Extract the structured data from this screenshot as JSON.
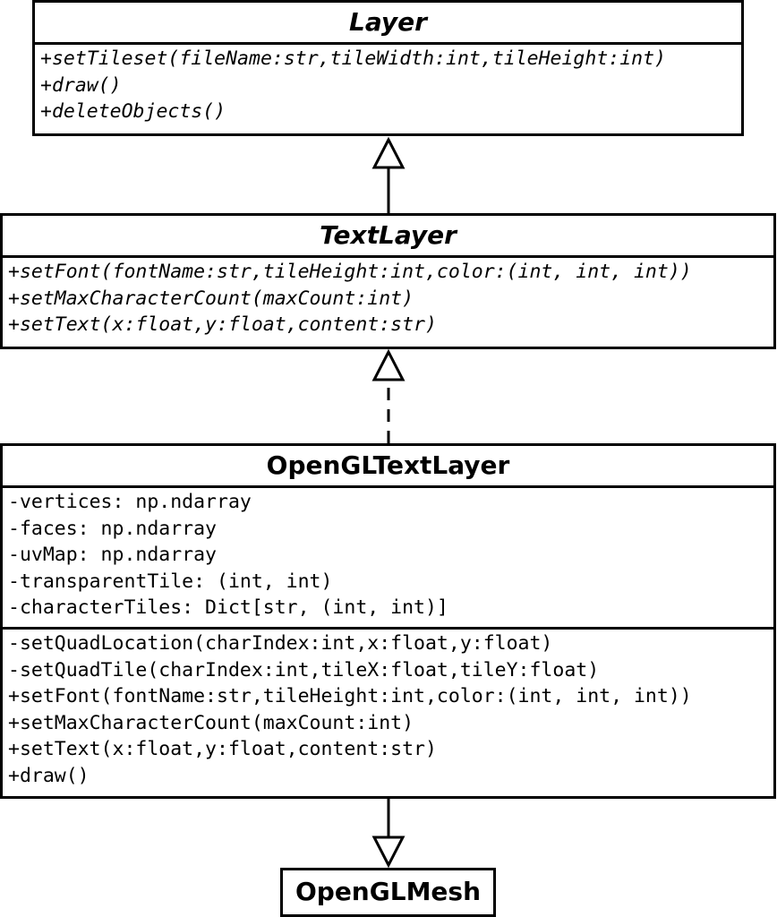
{
  "classes": {
    "layer": {
      "name": "Layer",
      "methods": [
        "+setTileset(fileName:str,tileWidth:int,tileHeight:int)",
        "+draw()",
        "+deleteObjects()"
      ]
    },
    "text_layer": {
      "name": "TextLayer",
      "methods": [
        "+setFont(fontName:str,tileHeight:int,color:(int, int, int))",
        "+setMaxCharacterCount(maxCount:int)",
        "+setText(x:float,y:float,content:str)"
      ]
    },
    "opengl_text_layer": {
      "name": "OpenGLTextLayer",
      "attributes": [
        "-vertices: np.ndarray",
        "-faces: np.ndarray",
        "-uvMap: np.ndarray",
        "-transparentTile: (int, int)",
        "-characterTiles: Dict[str, (int, int)]"
      ],
      "methods": [
        "-setQuadLocation(charIndex:int,x:float,y:float)",
        "-setQuadTile(charIndex:int,tileX:float,tileY:float)",
        "+setFont(fontName:str,tileHeight:int,color:(int, int, int))",
        "+setMaxCharacterCount(maxCount:int)",
        "+setText(x:float,y:float,content:str)",
        "+draw()"
      ]
    },
    "opengl_mesh": {
      "name": "OpenGLMesh"
    }
  }
}
